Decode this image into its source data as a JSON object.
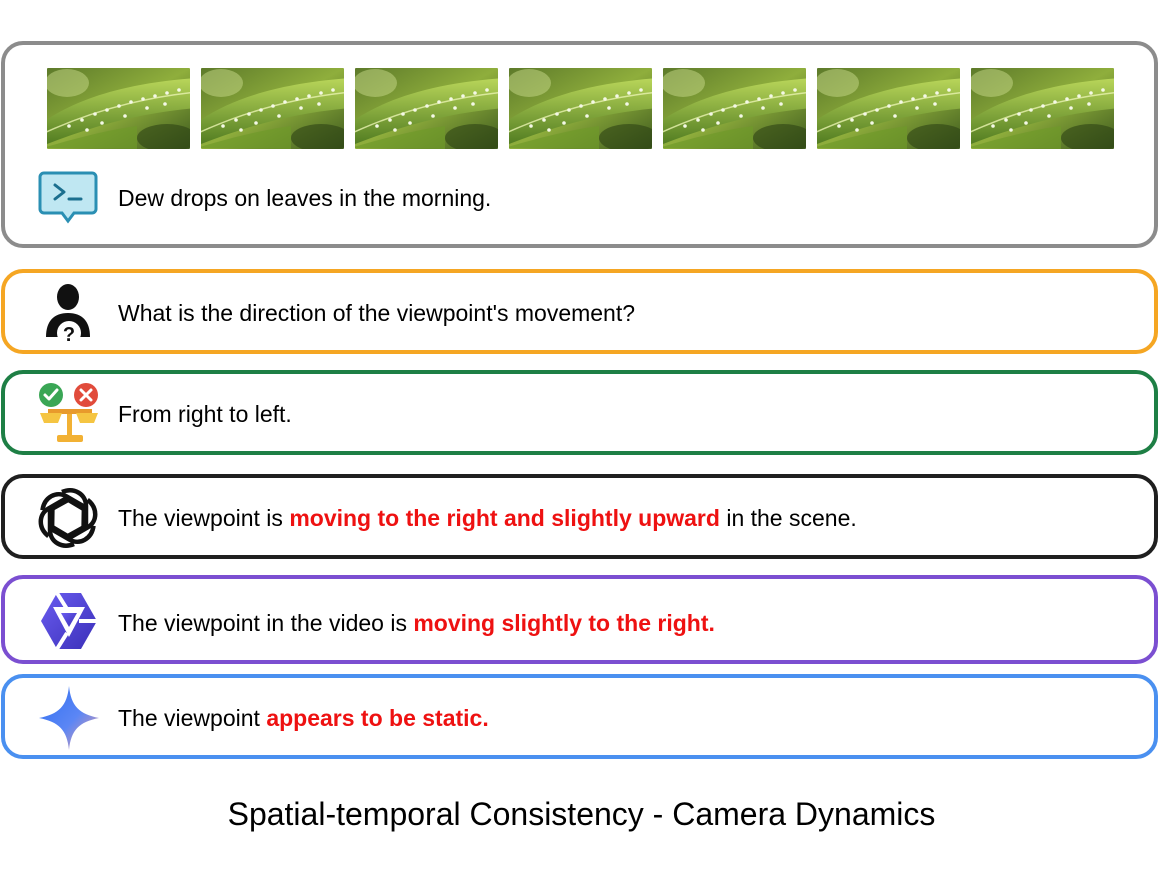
{
  "video": {
    "frame_count": 7,
    "caption": "Dew drops on leaves in the morning.",
    "icon": "terminal-prompt-icon"
  },
  "question": {
    "icon": "person-question-icon",
    "text": "What is the direction of the viewpoint's movement?"
  },
  "ground_truth": {
    "icon": "judge-scale-check-cross-icon",
    "text": "From right to left."
  },
  "answers": [
    {
      "icon": "openai-logo-icon",
      "prefix": "The viewpoint is ",
      "highlight": "moving to the right and slightly upward",
      "suffix": " in the scene."
    },
    {
      "icon": "qwen-logo-icon",
      "prefix": "The viewpoint in the video is ",
      "highlight": "moving slightly to the right.",
      "suffix": ""
    },
    {
      "icon": "gemini-logo-icon",
      "prefix": "The viewpoint ",
      "highlight": "appears to be static.",
      "suffix": ""
    }
  ],
  "figure_caption": "Spatial-temporal Consistency - Camera Dynamics",
  "colors": {
    "video_border": "#8c8c8c",
    "question_border": "#f5a623",
    "answer_border": "#1e7f45",
    "gpt_border": "#1f1f1f",
    "qwen_border": "#7b4fd1",
    "gemini_border": "#4a90f0",
    "highlight": "#ee1111"
  }
}
